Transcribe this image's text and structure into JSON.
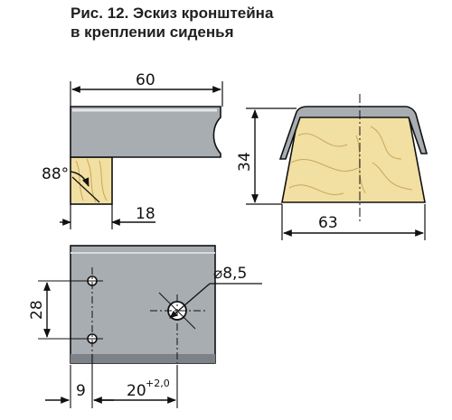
{
  "caption": {
    "line1": "Рис. 12. Эскиз кронштейна",
    "line2": "в креплении сиденья"
  },
  "dimensions": {
    "width_top": "60",
    "angle": "88°",
    "thickness": "18",
    "height_side": "34",
    "width_side": "63",
    "hole_diameter": "⌀8,5",
    "plate_height": "28",
    "offset_left": "9",
    "offset_hole": "20",
    "offset_hole_tol": "+2,0"
  },
  "colors": {
    "metal": "#a8adb2",
    "metal_dark": "#7c8288",
    "wood": "#f2dfa2",
    "wood_grain": "#c9a85c",
    "ink": "#111111"
  }
}
